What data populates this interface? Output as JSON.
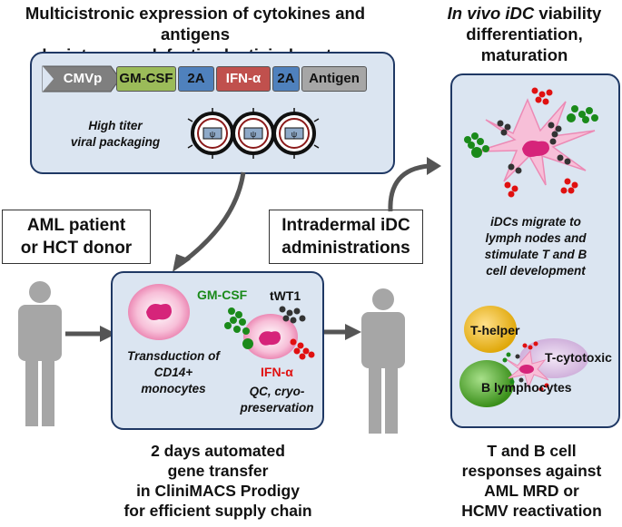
{
  "titles": {
    "top_left": [
      "Multicistronic expression of cytokines and antigens",
      "by integrase-defective lentiviral vector"
    ],
    "top_right_italic": "In vivo iDC",
    "top_right_rest": " viability",
    "top_right_lines": [
      "differentiation,",
      "maturation"
    ]
  },
  "vector": {
    "segments": [
      {
        "label": "CMVp",
        "color": "#7f7f7f",
        "text_color": "#ffffff"
      },
      {
        "label": "GM-CSF",
        "color": "#9bbb59",
        "text_color": "#111111"
      },
      {
        "label": "2A",
        "color": "#4f81bd",
        "text_color": "#111111"
      },
      {
        "label": "IFN-α",
        "color": "#c0504d",
        "text_color": "#ffffff"
      },
      {
        "label": "2A",
        "color": "#4f81bd",
        "text_color": "#111111"
      },
      {
        "label": "Antigen",
        "color": "#a6a6a6",
        "text_color": "#111111"
      }
    ],
    "packaging_text": [
      "High titer",
      "viral packaging"
    ]
  },
  "boxes": {
    "aml": [
      "AML patient",
      "or HCT donor"
    ],
    "intradermal": [
      "Intradermal iDC",
      "administrations"
    ]
  },
  "center": {
    "gmcsf": "GM-CSF",
    "twt1": "tWT1",
    "ifn": "IFN-α",
    "transduction": [
      "Transduction of",
      "CD14+",
      "monocytes"
    ],
    "qc": [
      "QC, cryo-",
      "preservation"
    ]
  },
  "right": {
    "migrate": [
      "iDCs migrate to",
      "lymph nodes and",
      "stimulate T and B",
      "cell development"
    ],
    "t_helper": "T-helper",
    "t_cytotoxic": "T-cytotoxic",
    "b_lymph": "B lymphocytes"
  },
  "captions": {
    "bottom_center": [
      "2 days automated",
      "gene transfer",
      "in CliniMACS Prodigy",
      "for efficient supply chain"
    ],
    "bottom_right": [
      "T and B cell",
      "responses against",
      "AML MRD or",
      "HCMV reactivation"
    ]
  },
  "colors": {
    "panel_fill": "#dbe5f1",
    "panel_border": "#1f3864",
    "green": "#1a8a1a",
    "red": "#e01010",
    "pink": "#f4a6c8",
    "magenta": "#d6247a"
  }
}
